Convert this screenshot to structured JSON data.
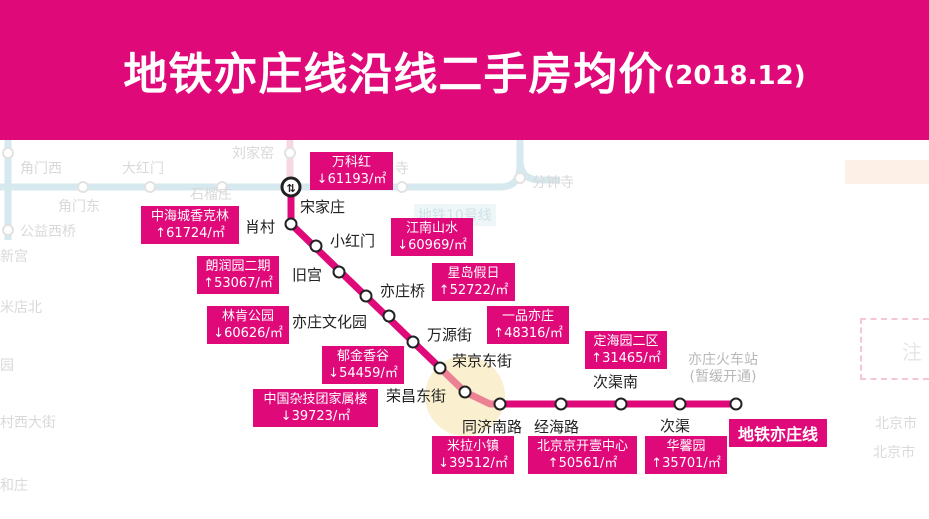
{
  "title": {
    "main": "地铁亦庄线沿线二手房均价",
    "date": "(2018.12)"
  },
  "line_name": "地铁亦庄线",
  "colors": {
    "accent": "#e0097a",
    "background_line": "#d5e9ee"
  },
  "stations": [
    "宋家庄",
    "肖村",
    "小红门",
    "旧宫",
    "亦庄桥",
    "亦庄文化园",
    "万源街",
    "荣京东街",
    "荣昌东街",
    "同济南路",
    "经海路",
    "次渠南",
    "次渠"
  ],
  "inactive_station": {
    "name": "亦庄火车站",
    "note": "(暂缓开通)"
  },
  "transfer_icon": "transfer-icon",
  "listings": [
    {
      "name": "万科红",
      "arrow": "↓",
      "price": "61193/㎡"
    },
    {
      "name": "中海城香克林",
      "arrow": "↑",
      "price": "61724/㎡"
    },
    {
      "name": "江南山水",
      "arrow": "↓",
      "price": "60969/㎡"
    },
    {
      "name": "朗润园二期",
      "arrow": "↑",
      "price": "53067/㎡"
    },
    {
      "name": "星岛假日",
      "arrow": "↑",
      "price": "52722/㎡"
    },
    {
      "name": "林肯公园",
      "arrow": "↓",
      "price": "60626/㎡"
    },
    {
      "name": "一品亦庄",
      "arrow": "↑",
      "price": "48316/㎡"
    },
    {
      "name": "郁金香谷",
      "arrow": "↓",
      "price": "54459/㎡"
    },
    {
      "name": "定海园二区",
      "arrow": "↑",
      "price": "31465/㎡"
    },
    {
      "name": "中国杂技团家属楼",
      "arrow": "↓",
      "price": "39723/㎡"
    },
    {
      "name": "米拉小镇",
      "arrow": "↓",
      "price": "39512/㎡"
    },
    {
      "name": "北京京开壹中心",
      "arrow": "↑",
      "price": "50561/㎡"
    },
    {
      "name": "华馨园",
      "arrow": "↑",
      "price": "35701/㎡"
    }
  ],
  "background_map": {
    "stations": [
      "角门西",
      "大红门",
      "刘家窑",
      "角门东",
      "石榴庄",
      "公益西桥",
      "新宫",
      "米店北",
      "分钟寺",
      "寺",
      "园",
      "村西大街",
      "和庄"
    ],
    "line_label": "地铁10号线",
    "note": "注",
    "footer": [
      "北京市",
      "北京市"
    ]
  }
}
